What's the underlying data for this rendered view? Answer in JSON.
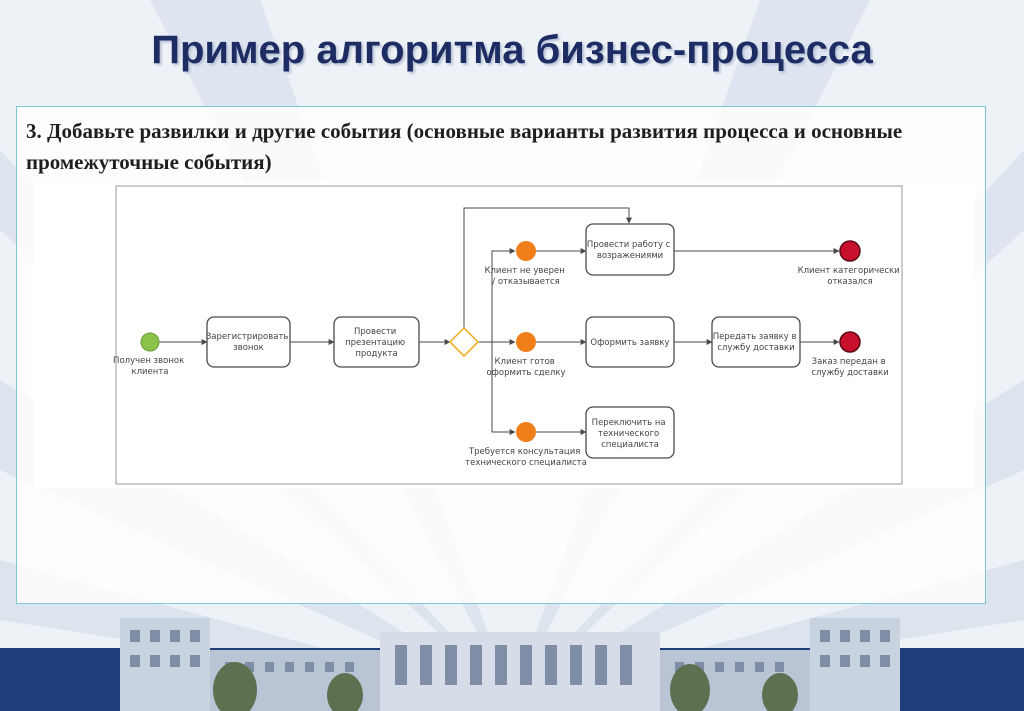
{
  "slide": {
    "title": "Пример алгоритма бизнес-процесса",
    "instruction": "3. Добавьте развилки и другие события (основные варианты развития процесса и основные промежуточные события)"
  },
  "diagram": {
    "start_event": {
      "label_lines": [
        "Получен звонок",
        "клиента"
      ]
    },
    "tasks": {
      "register_call": [
        "Зарегистрировать",
        "звонок"
      ],
      "presentation": [
        "Провести",
        "презентацию",
        "продукта"
      ],
      "objections": [
        "Провести работу с",
        "возражениями"
      ],
      "make_order": [
        "Оформить заявку"
      ],
      "send_to_delivery": [
        "Передать заявку в",
        "службу доставки"
      ],
      "switch_to_tech": [
        "Переключить на",
        "технического",
        "специалиста"
      ]
    },
    "intermediate_events": {
      "client_unsure": [
        "Клиент не уверен",
        "/ отказывается"
      ],
      "client_ready": [
        "Клиент готов",
        "оформить сделку"
      ],
      "need_consultation": [
        "Требуется консультация",
        "технического специалиста"
      ]
    },
    "end_events": {
      "client_refused": [
        "Клиент категорически",
        "отказался"
      ],
      "order_sent": [
        "Заказ передан в",
        "службу доставки"
      ]
    },
    "colors": {
      "start": "#8bc34a",
      "intermediate": "#f07f1a",
      "end": "#c8102e",
      "gateway": "#f0b429",
      "stroke": "#4a4a4a",
      "title": "#1d2d63",
      "panel_border": "#7fc6d6"
    }
  }
}
